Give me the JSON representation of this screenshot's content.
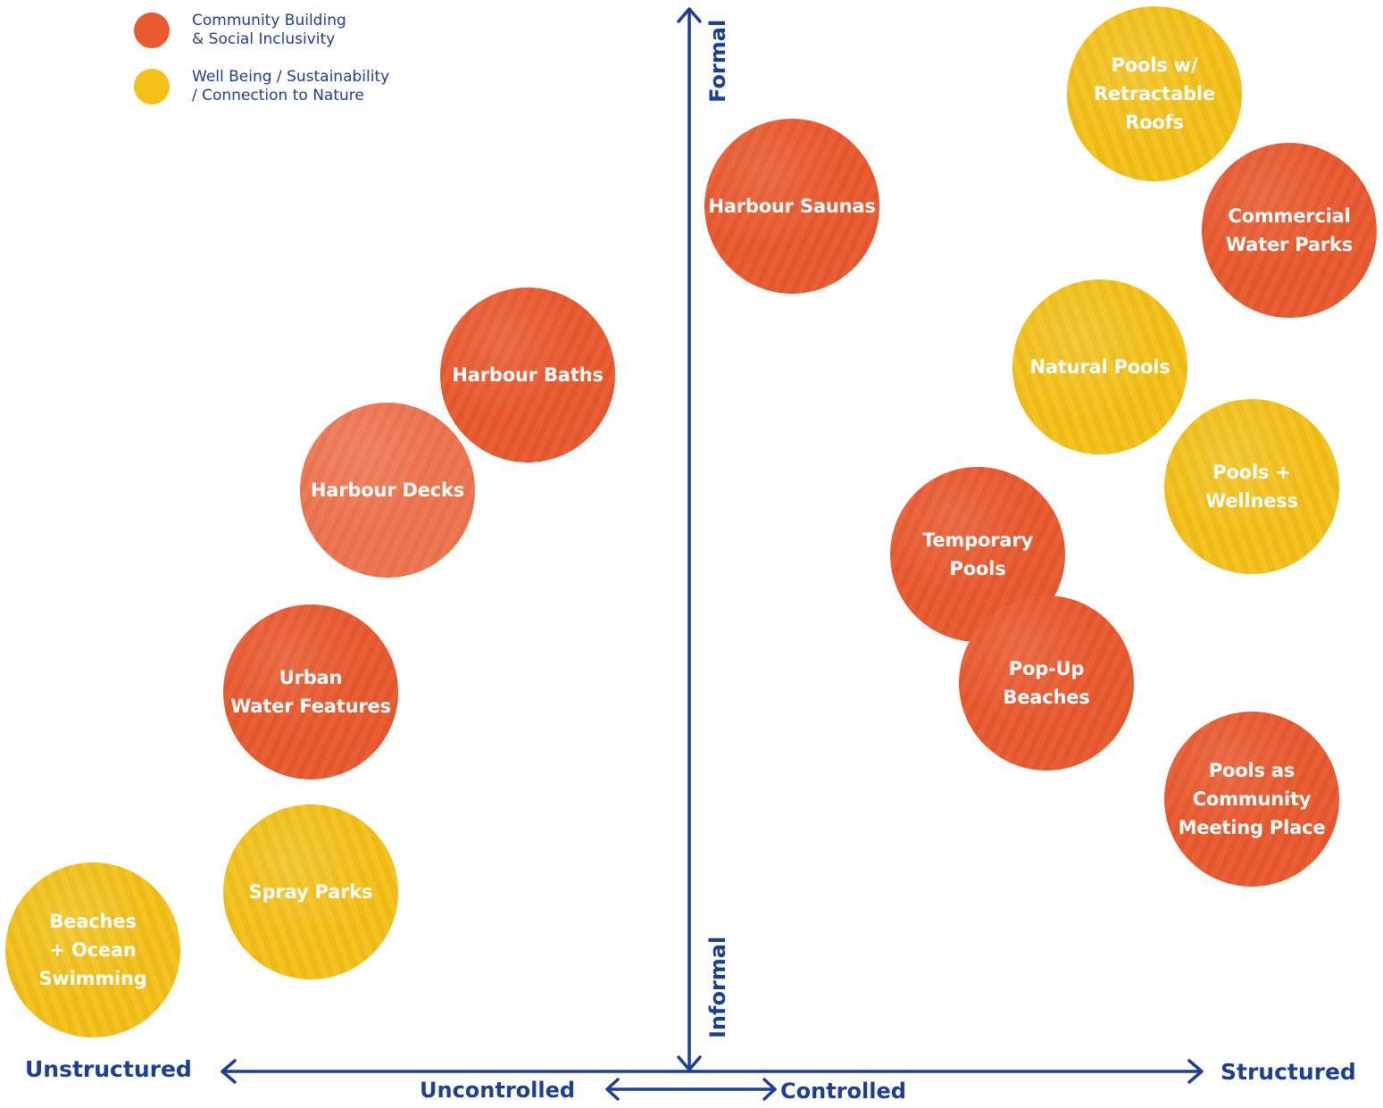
{
  "legend": [
    {
      "label": "Community Building\n& Social Inclusivity",
      "color": "#ea5a2f"
    },
    {
      "label": "Well Being / Sustainability\n/ Connection to Nature",
      "color": "#f4c119"
    }
  ],
  "axes": {
    "vertical_top": "Formal",
    "vertical_bottom": "Informal",
    "horizontal_left": "Unstructured",
    "horizontal_right": "Structured",
    "secondary_left": "Uncontrolled",
    "secondary_right": "Controlled",
    "color": "#1c3f94"
  },
  "bubbles": [
    {
      "id": "harbour-saunas",
      "label": "Harbour Saunas",
      "category": "community"
    },
    {
      "id": "pools-retractable-roofs",
      "label": "Pools w/\nRetractable\nRoofs",
      "category": "wellbeing"
    },
    {
      "id": "commercial-water-parks",
      "label": "Commercial\nWater Parks",
      "category": "community"
    },
    {
      "id": "natural-pools",
      "label": "Natural Pools",
      "category": "wellbeing"
    },
    {
      "id": "harbour-baths",
      "label": "Harbour Baths",
      "category": "community"
    },
    {
      "id": "harbour-decks",
      "label": "Harbour Decks",
      "category": "community"
    },
    {
      "id": "pools-wellness",
      "label": "Pools +\nWellness",
      "category": "wellbeing"
    },
    {
      "id": "temporary-pools",
      "label": "Temporary\nPools",
      "category": "community"
    },
    {
      "id": "pop-up-beaches",
      "label": "Pop-Up\nBeaches",
      "category": "community"
    },
    {
      "id": "urban-water-features",
      "label": "Urban\nWater Features",
      "category": "community"
    },
    {
      "id": "pools-community-meeting",
      "label": "Pools as\nCommunity\nMeeting Place",
      "category": "community"
    },
    {
      "id": "spray-parks",
      "label": "Spray Parks",
      "category": "wellbeing"
    },
    {
      "id": "beaches-ocean-swimming",
      "label": "Beaches\n+ Ocean\nSwimming",
      "category": "wellbeing"
    }
  ]
}
